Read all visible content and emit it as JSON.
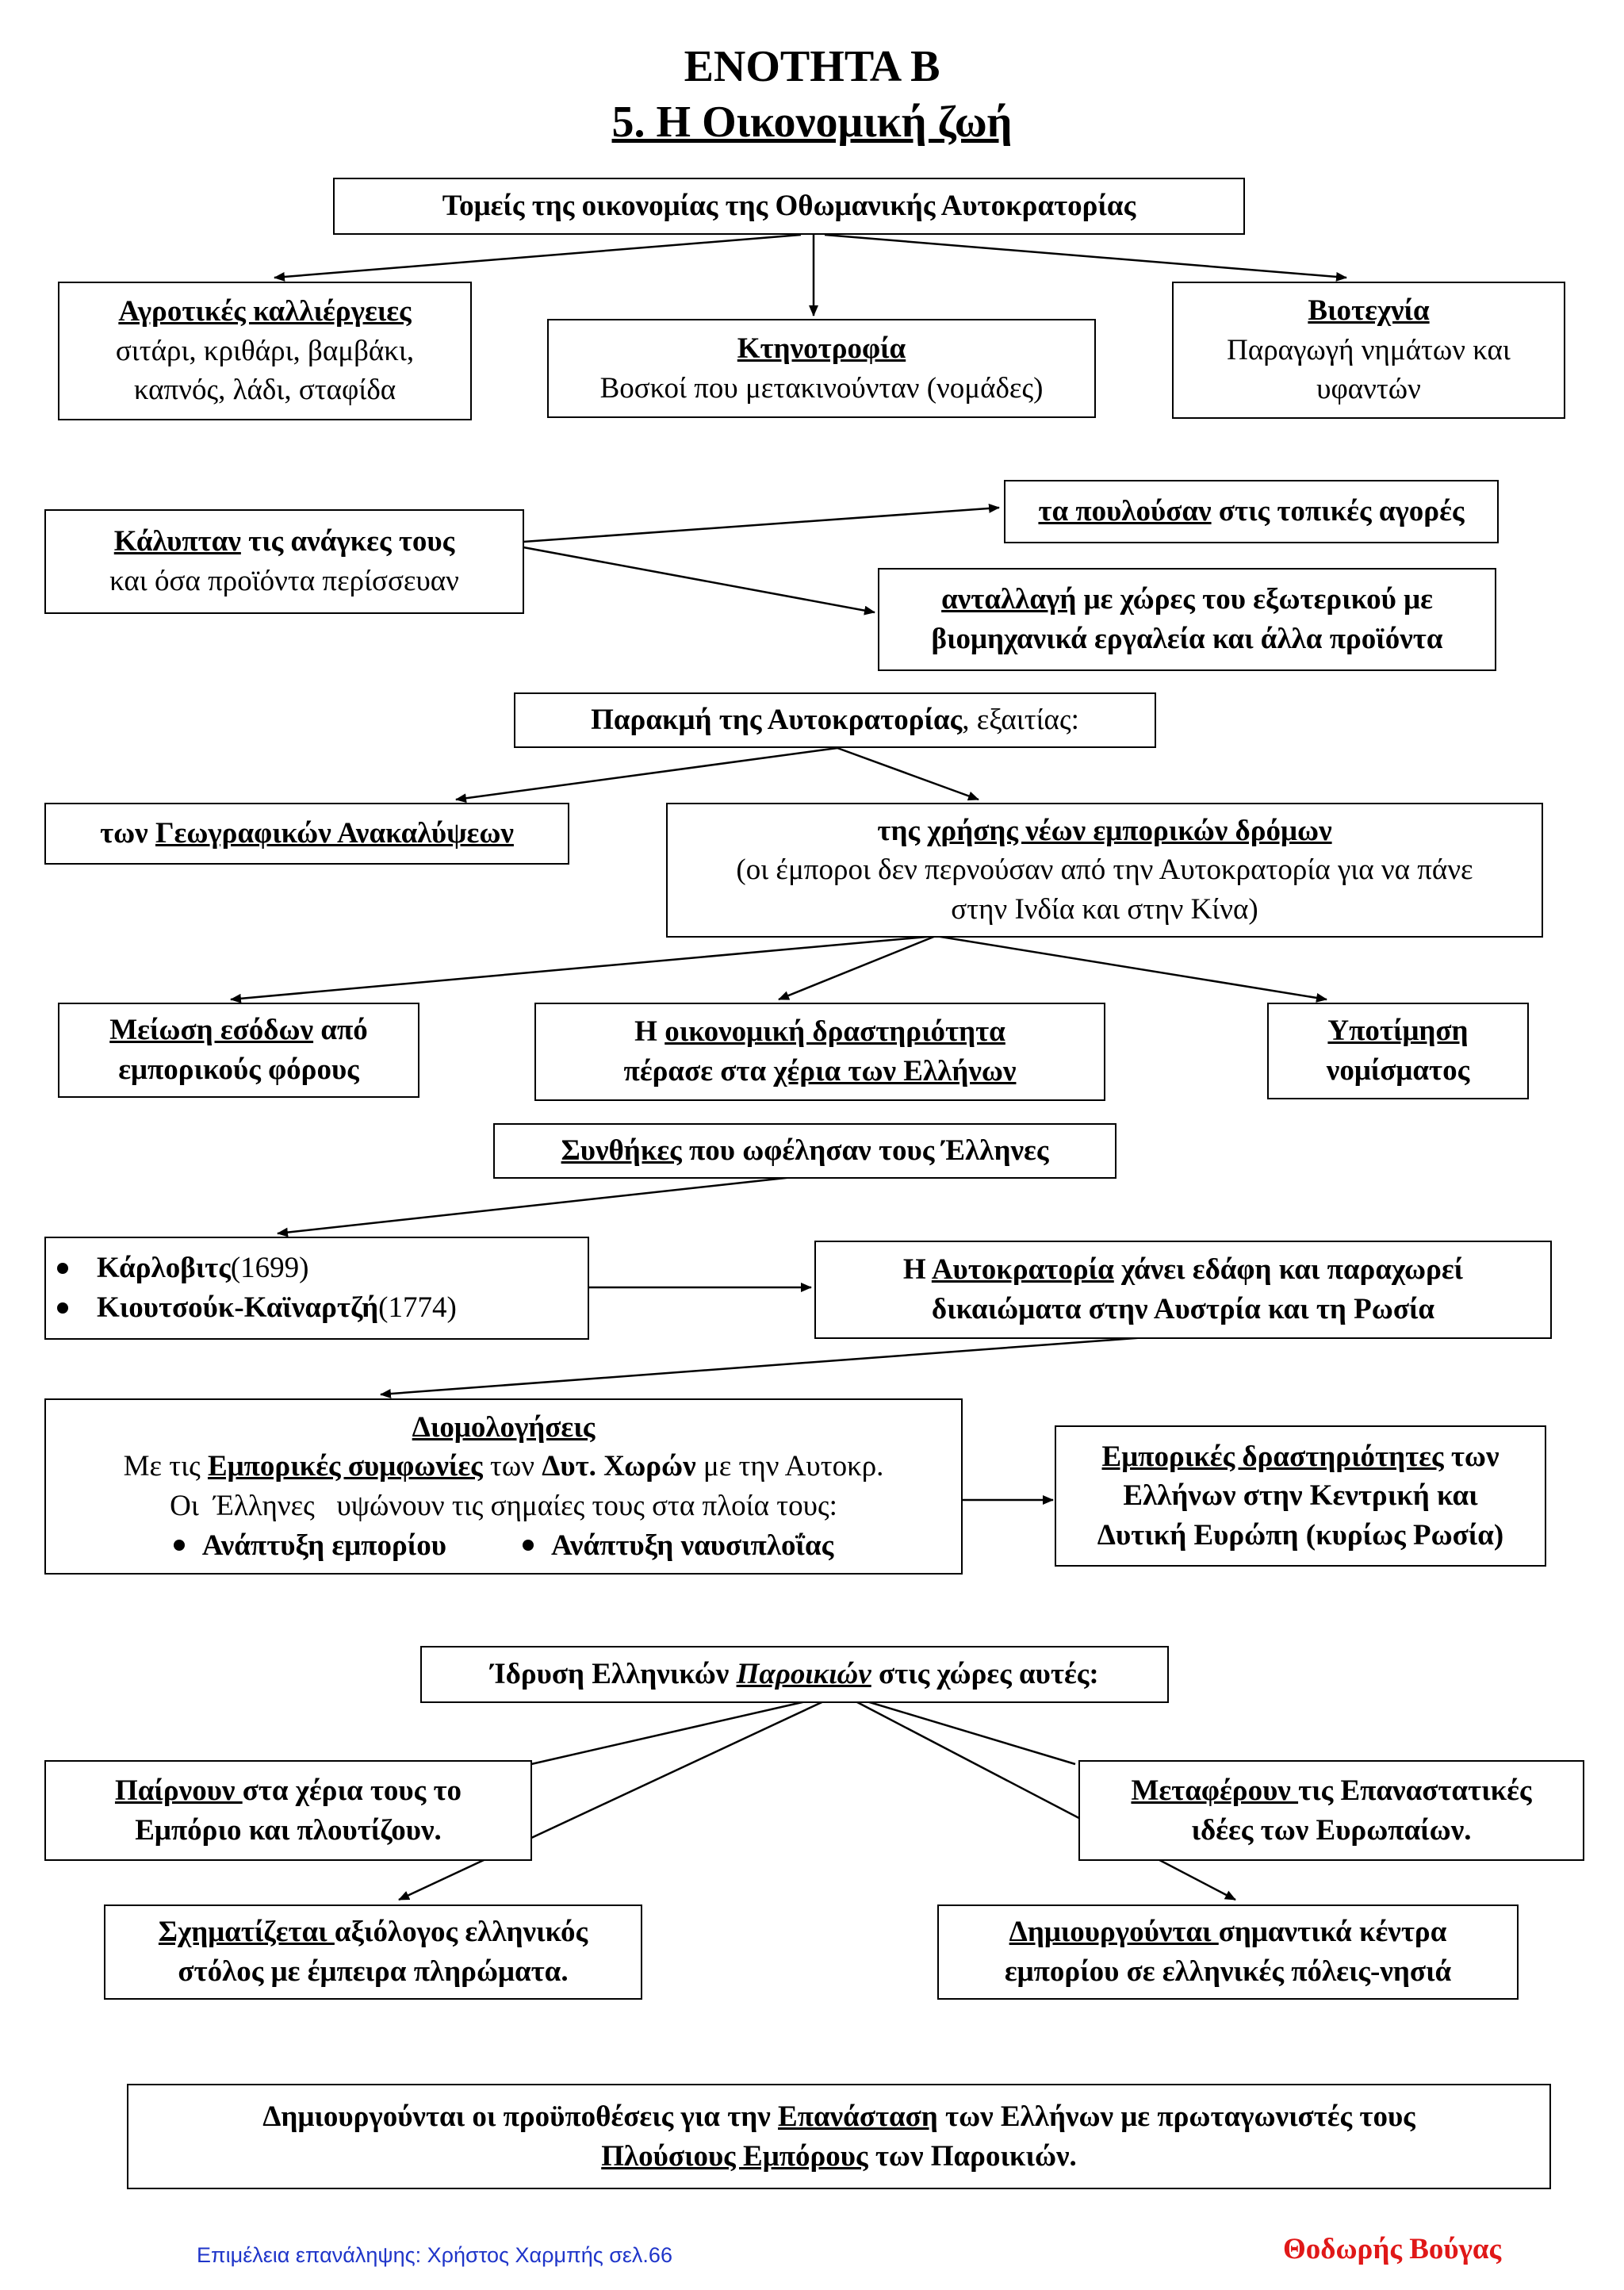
{
  "title": {
    "line1": "ΕΝΟΤΗΤΑ Β",
    "line2": "5. Η Οικονομική ζωή"
  },
  "sectors": {
    "header": "Τομείς της οικονομίας της Οθωμανικής Αυτοκρατορίας",
    "agriculture": {
      "title": "Αγροτικές καλλιέργειες",
      "line1": "σιτάρι, κριθάρι, βαμβάκι,",
      "line2": "καπνός, λάδι, σταφίδα"
    },
    "livestock": {
      "title": "Κτηνοτροφία",
      "text": "Βοσκοί που μετακινούνταν (νομάδες)"
    },
    "crafts": {
      "title": "Βιοτεχνία",
      "line1": "Παραγωγή νημάτων και",
      "line2": "υφαντών"
    }
  },
  "needs": {
    "u": "Κάλυπταν",
    "rest": " τις ανάγκες τους",
    "line2": "και όσα προϊόντα περίσσευαν"
  },
  "local": {
    "u": "τα πουλούσαν",
    "rest": " στις τοπικές αγορές"
  },
  "exchange": {
    "u": "ανταλλαγή",
    "rest": " με χώρες του εξωτερικού με",
    "line2": "βιομηχανικά εργαλεία και άλλα προϊόντα"
  },
  "decline": {
    "bold": "Παρακμή της Αυτοκρατορίας",
    "rest": ", εξαιτίας:"
  },
  "discoveries": {
    "pre": "των ",
    "u": "Γεωγραφικών Ανακαλύψεων"
  },
  "routes": {
    "pre": "της ",
    "u": "χρήσης νέων εμπορικών δρόμων",
    "line2": "(οι έμποροι δεν περνούσαν από την Αυτοκρατορία για να πάνε",
    "line3": "στην Ινδία και στην Κίνα)"
  },
  "revenue": {
    "u": "Μείωση εσόδων",
    "rest": " από",
    "line2": "εμπορικούς φόρους"
  },
  "greekhands": {
    "pre": "Η ",
    "u": "οικονομική δραστηριότητα",
    "line2pre": "πέρασε στα ",
    "line2u": "χέρια των Ελλήνων"
  },
  "devaluation": {
    "u": "Υποτίμηση",
    "line2": "νομίσματος"
  },
  "conditions": {
    "u": "Συνθήκες",
    "rest": " που ωφέλησαν τους Έλληνες"
  },
  "treaties": [
    {
      "name": "Κάρλοβιτς",
      "year": " (1699)"
    },
    {
      "name": "Κιουτσούκ-Καϊναρτζή",
      "year": " (1774)"
    }
  ],
  "empireloses": {
    "pre": "Η ",
    "u": "Αυτοκρατορία",
    "rest": " χάνει εδάφη και παραχωρεί",
    "line2": "δικαιώματα στην Αυστρία και τη Ρωσία"
  },
  "capitulations": {
    "title": "Διομολογήσεις",
    "l2pre": "Με τις  ",
    "l2u": "Εμπορικές συμφωνίες",
    "l2mid": " των ",
    "l2bold": "Δυτ. Χωρών",
    "l2post": " με την Αυτοκρ.",
    "l3": "Οι  Έλληνες   υψώνουν τις σημαίες τους στα πλοία τους:",
    "bullet1": "Ανάπτυξη εμπορίου",
    "bullet2": "Ανάπτυξη ναυσιπλοΐας"
  },
  "commercial": {
    "u": "Εμπορικές δραστηριότητες",
    "rest": " των",
    "line2": "Ελλήνων στην Κεντρική και",
    "line3": "Δυτική Ευρώπη (κυρίως Ρωσία)"
  },
  "colonies": {
    "pre": "Ίδρυση Ελληνικών ",
    "u": "Παροικιών",
    "rest": " στις χώρες αυτές:"
  },
  "trade": {
    "u": "Παίρνουν ",
    "rest": "στα χέρια τους το",
    "line2": "Εμπόριο και πλουτίζουν."
  },
  "ideas": {
    "u": "Μεταφέρουν ",
    "rest": "τις Επαναστατικές",
    "line2": "ιδέες των Ευρωπαίων."
  },
  "fleet": {
    "u": "Σχηματίζεται ",
    "rest": "αξιόλογος ελληνικός",
    "line2": "στόλος με έμπειρα πληρώματα."
  },
  "centers": {
    "u": "Δημιουργούνται ",
    "rest": "σημαντικά κέντρα",
    "line2": "εμπορίου σε ελληνικές πόλεις-νησιά"
  },
  "revolution": {
    "l1pre": "Δημιουργούνται οι προϋποθέσεις για την ",
    "l1u": "Επανάσταση",
    "l1post": " των Ελλήνων με πρωταγωνιστές τους",
    "l2u": "Πλούσιους Εμπόρους",
    "l2post": " των Παροικιών."
  },
  "footer": {
    "left": "Επιμέλεια επανάληψης: Χρήστος Χαρμπής σελ.66",
    "right": "Θοδωρής Βούγας"
  }
}
